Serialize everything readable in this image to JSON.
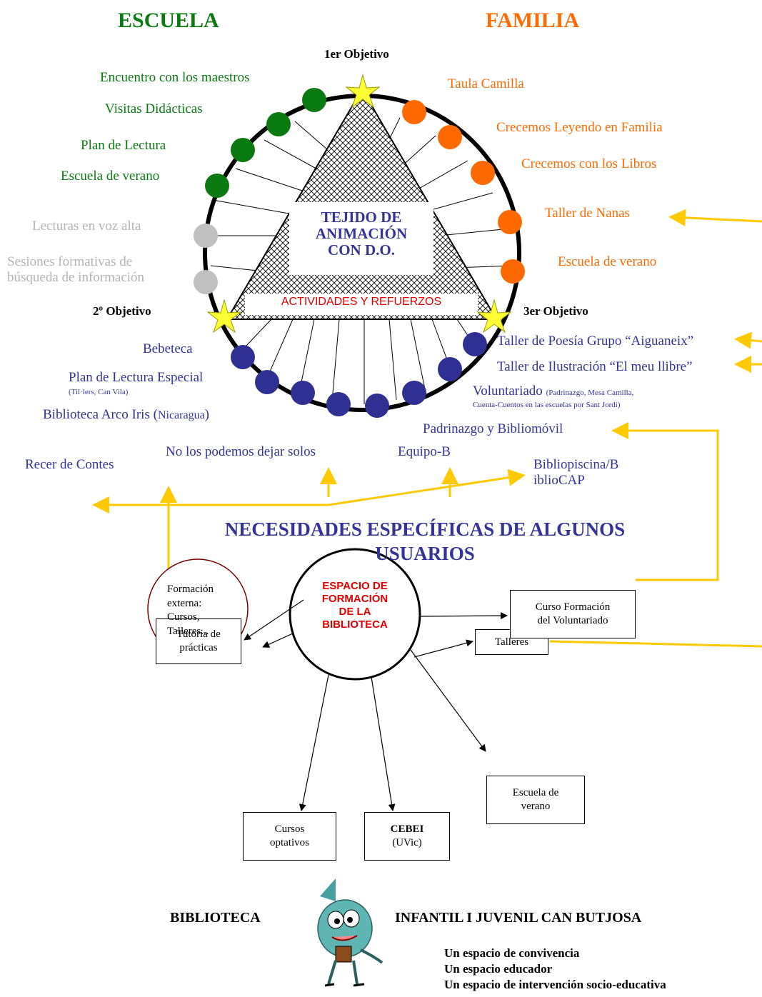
{
  "headers": {
    "escuela": "ESCUELA",
    "familia": "FAMILIA"
  },
  "objectives": {
    "first": "1er Objetivo",
    "second": "2º Objetivo",
    "third": "3er Objetivo"
  },
  "center": {
    "title": [
      "TEJIDO DE",
      "ANIMACIÓN",
      "CON D.O."
    ],
    "activities": "ACTIVIDADES Y REFUERZOS"
  },
  "escuela_items": [
    "Encuentro con los maestros",
    "Visitas Didácticas",
    "Plan de Lectura",
    "Escuela de verano"
  ],
  "gray_items": {
    "lecturas": "Lecturas en voz alta",
    "sesiones_1": "Sesiones formativas de",
    "sesiones_2": "búsqueda de información"
  },
  "familia_items": [
    "Taula Camilla",
    "Crecemos Leyendo en Familia",
    "Crecemos con los Libros",
    "Taller de Nanas",
    "Escuela de verano"
  ],
  "blue_items": {
    "bebeteca": "Bebeteca",
    "plan_especial": "Plan de Lectura Especial",
    "plan_especial_note": "(Til·lers, Can Vila)",
    "arco_iris": "Biblioteca Arco Iris (",
    "arco_iris_small": "Nicaragua",
    "arco_iris_end": ")",
    "poesia": "Taller de Poesía Grupo “Aiguaneix”",
    "ilustracion": "Taller de Ilustración “El meu llibre”",
    "voluntariado": "Voluntariado",
    "voluntariado_note_1": "(Padrinazgo, Mesa Camilla,",
    "voluntariado_note_2": "Cuenta-Cuentos en las escuelas por Sant Jordi)",
    "padrinazgo": "Padrinazgo y Bibliomóvil",
    "recer": "Recer de Contes",
    "no_solos": "No los podemos dejar solos",
    "equipo_b": "Equipo-B",
    "bibliopiscina_1": "Bibliopiscina/B",
    "bibliopiscina_2": "iblioCAP"
  },
  "needs_title": [
    "NECESIDADES ESPECÍFICAS DE ALGUNOS",
    "USUARIOS"
  ],
  "formation": {
    "center": [
      "ESPACIO DE",
      "FORMACIÓN",
      "DE LA",
      "BIBLIOTECA"
    ],
    "tutoria": [
      "Tutoría de",
      "prácticas"
    ],
    "talleres": "Talleres",
    "curso_voluntariado": [
      "Curso Formación",
      "del Voluntariado"
    ],
    "externa": [
      "Formación",
      "externa:",
      "Cursos,",
      "Talleres..."
    ],
    "escuela_verano": [
      "Escuela de",
      "verano"
    ],
    "cursos_optativos": [
      "Cursos",
      "optativos"
    ],
    "cebei": "CEBEI",
    "uvic": "(UVic)"
  },
  "footer": {
    "left": "BIBLIOTECA",
    "right": "INFANTIL I JUVENIL CAN BUTJOSA",
    "mottos": [
      "Un espacio de convivencia",
      "Un espacio educador",
      "Un espacio de intervención socio-educativa"
    ]
  },
  "colors": {
    "green": "#0a7a10",
    "orange": "#ff6a00",
    "gray": "#b4b4b4",
    "blue": "#333399",
    "navy_dot": "#2e3192",
    "yellow": "#ffc900",
    "star": "#ffff33",
    "red": "#e00000",
    "maroon": "#7a0000"
  },
  "icons": [
    "mascot-elf-icon"
  ]
}
